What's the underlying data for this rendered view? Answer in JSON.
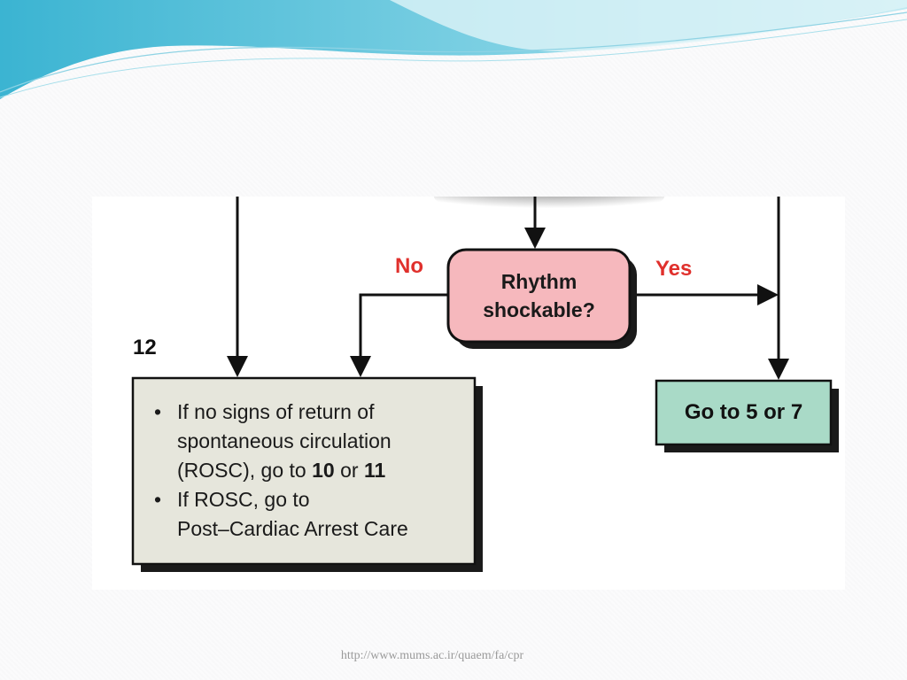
{
  "flowchart": {
    "decision": {
      "line1": "Rhythm",
      "line2": "shockable?"
    },
    "branch_no": "No",
    "branch_yes": "Yes",
    "step_number": "12",
    "box12": {
      "bullet1": {
        "line1": "If no signs of return of",
        "line2": "spontaneous circulation",
        "line3_start": "(ROSC), go to ",
        "ref1": "10",
        "joiner": " or ",
        "ref2": "11"
      },
      "bullet2": {
        "line1": "If ROSC, go to",
        "line2": "Post–Cardiac Arrest Care"
      }
    },
    "go_box": "Go to 5 or 7"
  },
  "footer": {
    "url": "http://www.mums.ac.ir/quaem/fa/cpr"
  },
  "colors": {
    "decision_fill": "#f6b8bd",
    "box12_fill": "#e6e6dc",
    "go_box_fill": "#a9dac7",
    "label_red": "#e0302c",
    "header_teal": "#4fbcd6"
  }
}
